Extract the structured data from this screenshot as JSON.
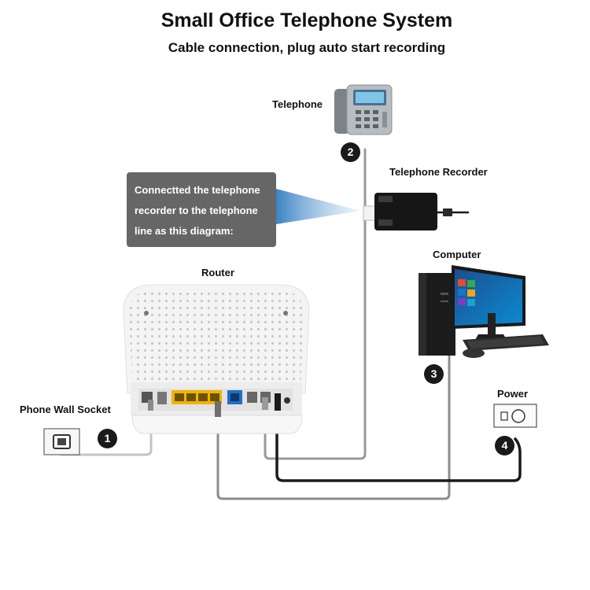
{
  "title": "Small Office Telephone System",
  "subtitle": "Cable connection, plug auto start recording",
  "labels": {
    "telephone": "Telephone",
    "telephone_recorder": "Telephone Recorder",
    "computer": "Computer",
    "router": "Router",
    "phone_wall_socket": "Phone Wall Socket",
    "power": "Power"
  },
  "callout": {
    "line1": "Connectted the telephone",
    "line2": "recorder to the telephone",
    "line3": "line as this diagram:"
  },
  "steps": [
    "1",
    "2",
    "3",
    "4"
  ],
  "colors": {
    "callout_bg": "#666666",
    "callout_beam": "#3b82c4",
    "badge": "#1a1a1a",
    "cable_light": "#c4c4c4",
    "cable_gray": "#8c8c8c",
    "cable_black": "#1a1a1a",
    "router_port_yellow": "#f0b400",
    "router_port_blue": "#1f6fc4"
  },
  "icons": [
    "telephone-icon",
    "recorder-icon",
    "computer-icon",
    "router-icon",
    "wall-socket-icon",
    "power-outlet-icon"
  ]
}
